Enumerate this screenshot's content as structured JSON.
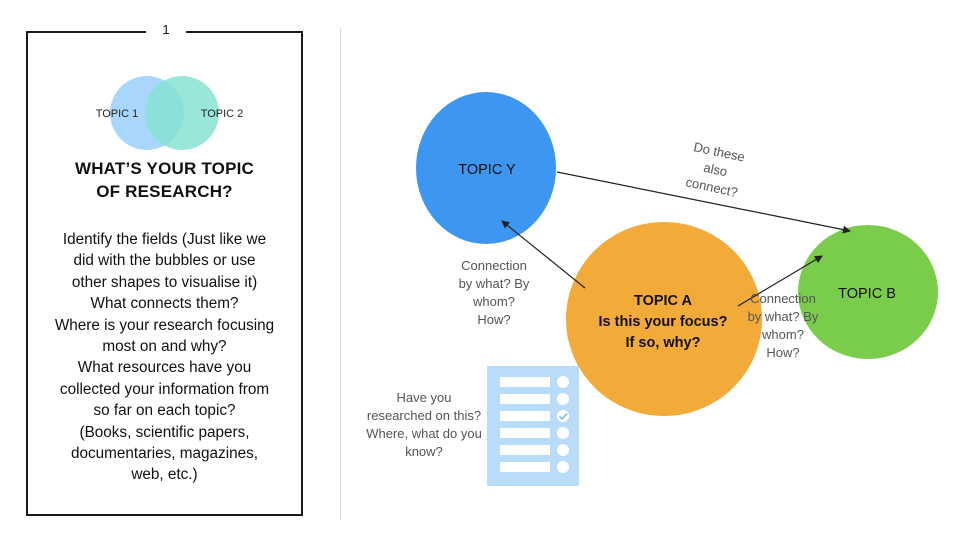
{
  "card": {
    "number": "1",
    "venn": {
      "topic1": "TOPIC 1",
      "topic2": "TOPIC 2"
    },
    "title_lines": [
      "WHAT’S YOUR TOPIC",
      "OF RESEARCH?"
    ],
    "body_lines": [
      "Identify the fields (Just like we",
      "did with the bubbles or use",
      "other shapes to visualise it)",
      "What connects them?",
      "Where is your research focusing",
      "most on and why?",
      "What resources have you",
      "collected your information from",
      "so far on each topic?",
      "(Books, scientific papers,",
      "documentaries, magazines,",
      "web, etc.)"
    ]
  },
  "diagram": {
    "topic_y": "TOPIC Y",
    "topic_b": "TOPIC B",
    "topic_a_lines": [
      "TOPIC A",
      "Is this your focus?",
      "If so, why?"
    ],
    "do_these_lines": [
      "Do these",
      "also",
      "connect?"
    ],
    "connection_left_lines": [
      "Connection",
      "by what? By",
      "whom?",
      "How?"
    ],
    "connection_right_lines": [
      "Connection",
      "by what? By",
      "whom?",
      "How?"
    ],
    "researched_lines": [
      "Have you",
      "researched on this?",
      "Where, what do you",
      "know?"
    ],
    "colors": {
      "topic_y": "#3d96ef",
      "topic_a": "#f2ab38",
      "topic_b": "#7acc4b",
      "venn_left": "#a9d6fb",
      "venn_right": "#86e3d2",
      "checklist": "#b9dcfa"
    },
    "icons": [
      "checklist-icon",
      "checkmark-icon"
    ]
  }
}
